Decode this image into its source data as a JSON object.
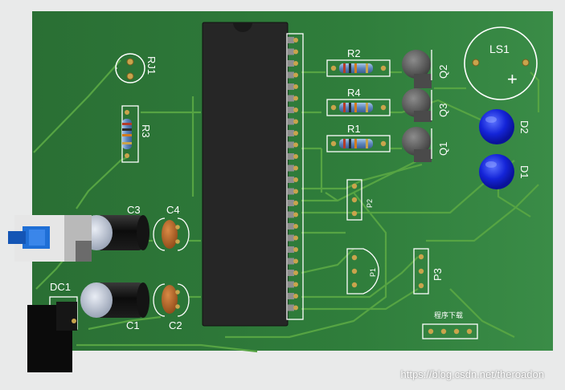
{
  "board": {
    "colors": {
      "pcb": "#2e7a3c",
      "trace": "#4f9a3e",
      "silk": "#ffffff",
      "pad": "#c9a44c",
      "led": "#1a2de0",
      "chip": "#2a2a2a"
    }
  },
  "labels": {
    "rj1": "RJ1",
    "r3": "R3",
    "r2": "R2",
    "r4": "R4",
    "r1": "R1",
    "q2": "Q2",
    "q3": "Q3",
    "q1": "Q1",
    "ls1": "LS1",
    "ls1_plus": "+",
    "d2": "D2",
    "d1": "D1",
    "c3": "C3",
    "c4": "C4",
    "c1": "C1",
    "c2": "C2",
    "dc1": "DC1",
    "p1": "P1",
    "p2": "P2",
    "p3": "P3",
    "download_header": "程序下载"
  },
  "watermark": {
    "text": "https://blog.csdn.net/theroadon"
  }
}
